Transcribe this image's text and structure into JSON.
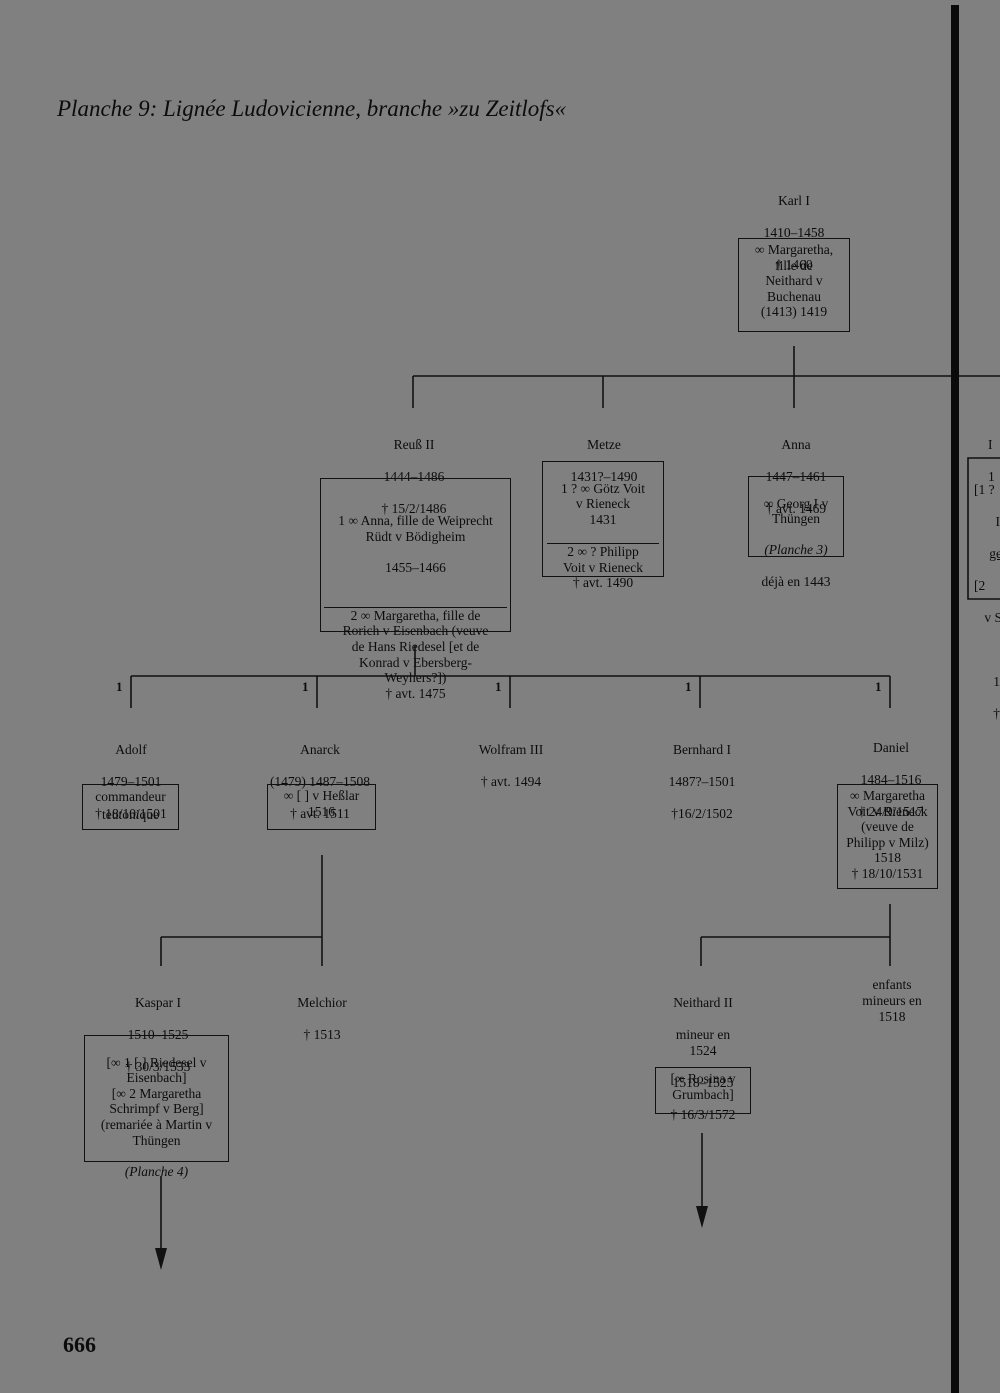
{
  "title": "Planche 9: Lignée Ludovicienne, branche »zu Zeitlofs«",
  "page_number": "666",
  "persons": {
    "karl": {
      "name": "Karl I",
      "dates": "1410–1458",
      "death": "† 1460"
    },
    "reuss": {
      "name": "Reuß II",
      "dates": "1444–1486",
      "death": "† 15/2/1486"
    },
    "metze": {
      "name": "Metze",
      "dates": "1431?–1490"
    },
    "anna": {
      "name": "Anna",
      "dates": "1447–1461",
      "death": "† avt. 1469"
    },
    "adolf": {
      "name": "Adolf",
      "dates": "1479–1501",
      "death": "† 18/10/1501"
    },
    "anarck": {
      "name": "Anarck",
      "dates": "(1479) 1487–1508",
      "death": "† avt. 1511"
    },
    "wolfram": {
      "name": "Wolfram III",
      "death": "† avt. 1494"
    },
    "bernhard": {
      "name": "Bernhard I",
      "dates": "1487?–1501",
      "death": "†16/2/1502"
    },
    "daniel": {
      "name": "Daniel",
      "dates": "1484–1516",
      "death": "† 24/9/1517"
    },
    "kaspar": {
      "name": "Kaspar I",
      "dates": "1510–1525",
      "death": "† 30/3/1533"
    },
    "melchior": {
      "name": "Melchior",
      "death": "† 1513"
    },
    "neithard": {
      "name": "Neithard II",
      "note": "mineur en\n1524",
      "dates": "1518–1525",
      "death": "† 16/3/1572"
    },
    "enfants": {
      "name": "enfants\nmineurs en\n1518"
    }
  },
  "boxes": {
    "karl": "∞ Margaretha,\nfille de\nNeithard v\nBuchenau\n(1413) 1419",
    "reuss_1": "1 ∞ Anna, fille de Weiprecht\nRüdt v Bödigheim",
    "reuss_1_dates": "1455–1466",
    "reuss_2": "2 ∞ Margaretha, fille de\nRorich v Eisenbach (veuve\nde Hans Riedesel [et de\nKonrad v Ebersberg-\nWeyhers?])\n† avt. 1475",
    "metze_1": "1 ? ∞ Götz Voit\nv Rieneck\n1431",
    "metze_2": "2 ∞ ? Philipp\nVoit v Rieneck\n† avt. 1490",
    "anna_a": "∞ Georg I v\nThüngen",
    "anna_ref": "(Planche 3)",
    "anna_b": "déjà en 1443",
    "adolf": "commandeur\nteutonique",
    "anarck": "∞ [ ] v Heßlar\n1516",
    "daniel": "∞ Margaretha\nVoit v Rieneck\n(veuve de\nPhilipp v Milz)\n1518\n† 18/10/1531",
    "kaspar_a": "[∞ 1 [ ] Riedesel v\nEisenbach]\n[∞ 2 Margaretha\nSchrimpf v Berg]\n(remariée à Martin v\nThüngen",
    "kaspar_ref": "(Planche 4)",
    "neithard": "[∞ Rosina v\nGrumbach]"
  },
  "marriage_labels": [
    "1",
    "1",
    "1",
    "1",
    "1"
  ],
  "cut_off": {
    "a": "I",
    "b": "1",
    "c": "[1 ?",
    "d": "I",
    "e": "ge",
    "f": "[2",
    "g": "v S",
    "h": "1",
    "i": "†"
  }
}
